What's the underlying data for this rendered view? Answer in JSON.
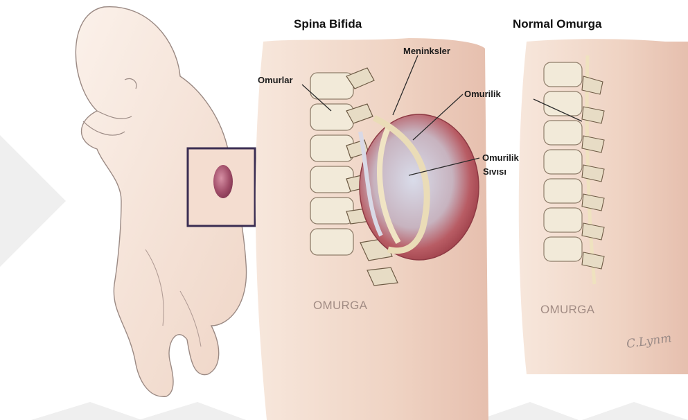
{
  "titles": {
    "spina_bifida": "Spina Bifida",
    "normal": "Normal Omurga"
  },
  "labels": {
    "meninksler": "Meninksler",
    "omurlar": "Omurlar",
    "omurilik": "Omurilik",
    "omurilik_sivisi_line1": "Omurilik",
    "omurilik_sivisi_line2": "Sıvısı"
  },
  "region_labels": {
    "left": "OMURGA",
    "right": "OMURGA"
  },
  "signature": "C.Lynm",
  "colors": {
    "skin": "#f3ddd0",
    "skin_shadow": "#e6c2b0",
    "sac": "#b9565c",
    "sac_inner": "#c9cfe0",
    "bone": "#f1e8d8",
    "cord": "#efe2bf",
    "watermark": "#eeeeee",
    "highlight_box": "#3a2d52"
  }
}
